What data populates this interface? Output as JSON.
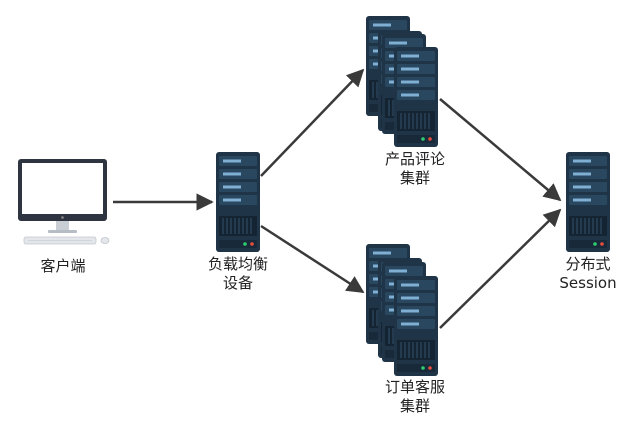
{
  "nodes": {
    "client": {
      "label": "客户端",
      "icon": "desktop-computer-icon"
    },
    "load_balancer": {
      "line1": "负载均衡",
      "line2": "设备",
      "icon": "server-icon"
    },
    "product_review": {
      "line1": "产品评论",
      "line2": "集群",
      "icon": "server-cluster-icon"
    },
    "order_service": {
      "line1": "订单客服",
      "line2": "集群",
      "icon": "server-cluster-icon"
    },
    "session": {
      "line1": "分布式",
      "line2": "Session",
      "icon": "server-icon"
    }
  },
  "colors": {
    "server_body": "#1f3447",
    "server_dark": "#142433",
    "server_slot": "#5b8db3",
    "server_slot_light": "#7fb0d4",
    "led_green": "#2ecc71",
    "led_red": "#e74c3c",
    "arrow": "#3a3a3a",
    "monitor_frame": "#2e3440"
  }
}
